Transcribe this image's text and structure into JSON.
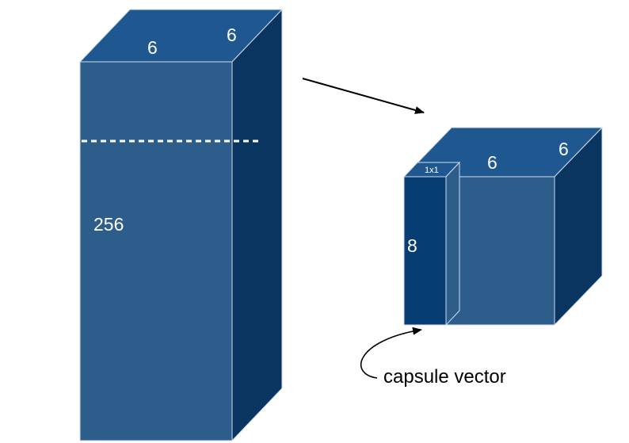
{
  "large_block": {
    "top_width_label": "6",
    "top_depth_label": "6",
    "height_label": "256"
  },
  "small_block": {
    "top_width_label": "6",
    "top_depth_label": "6"
  },
  "capsule": {
    "height_label": "8",
    "top_label": "1x1",
    "caption": "capsule vector"
  },
  "colors": {
    "front": "#2c5d8b",
    "top": "#1f5890",
    "side": "#0a3560",
    "capsule_front": "#063d73",
    "edge": "#d0dce8"
  }
}
